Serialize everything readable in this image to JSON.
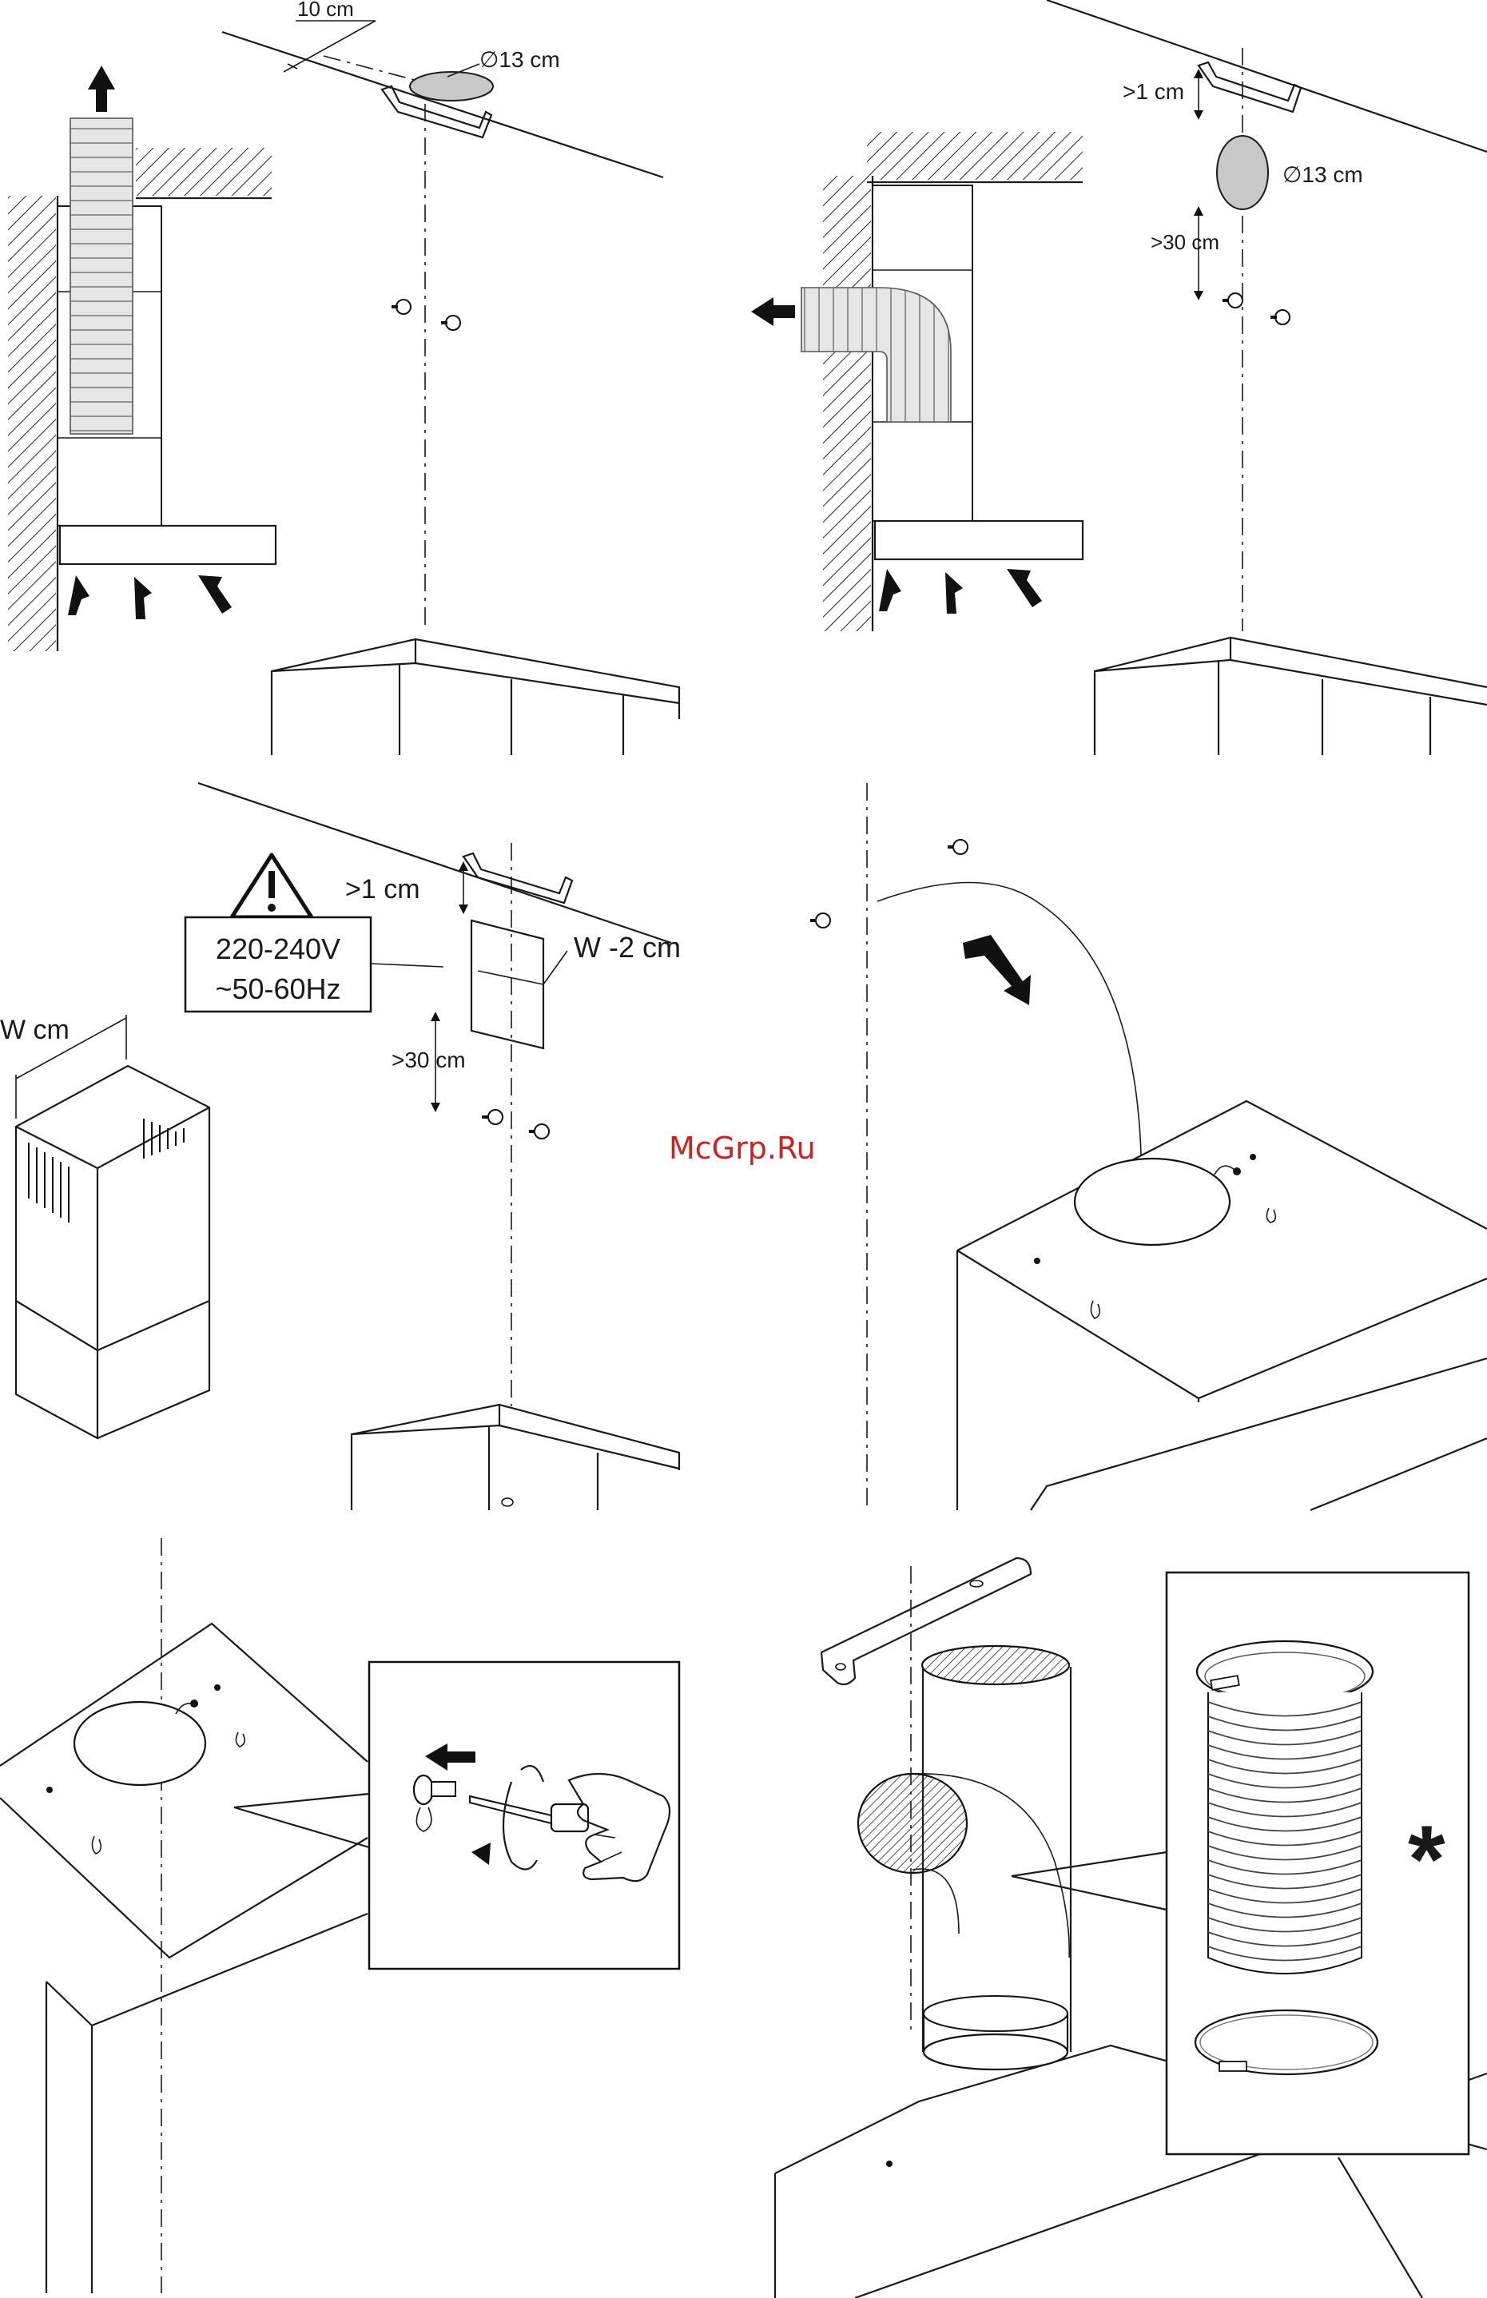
{
  "watermark": "McGrp.Ru",
  "panel1": {
    "offset_label": "10 cm",
    "diameter_label": "∅13 cm"
  },
  "panel2": {
    "gap_label": ">1 cm",
    "diameter_label": "∅13 cm",
    "height_label": ">30 cm"
  },
  "panel3": {
    "gap_label": ">1 cm",
    "voltage_label": "220-240V",
    "frequency_label": "~50-60Hz",
    "width_label": "W -2 cm",
    "height_label": ">30 cm",
    "chimney_width_label": "W cm"
  },
  "panel6": {
    "optional_mark": "*"
  }
}
